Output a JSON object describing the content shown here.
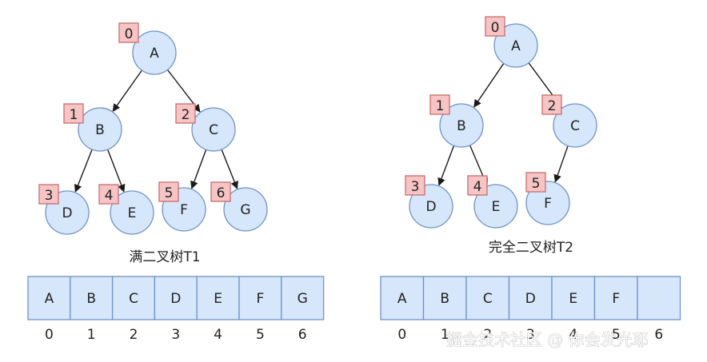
{
  "trees": [
    {
      "caption": "满二叉树T1",
      "nodes": [
        {
          "label": "A",
          "index": "0"
        },
        {
          "label": "B",
          "index": "1"
        },
        {
          "label": "C",
          "index": "2"
        },
        {
          "label": "D",
          "index": "3"
        },
        {
          "label": "E",
          "index": "4"
        },
        {
          "label": "F",
          "index": "5"
        },
        {
          "label": "G",
          "index": "6"
        }
      ],
      "edges": [
        [
          0,
          1
        ],
        [
          0,
          2
        ],
        [
          1,
          3
        ],
        [
          1,
          4
        ],
        [
          2,
          5
        ],
        [
          2,
          6
        ]
      ],
      "array": {
        "cells": [
          "A",
          "B",
          "C",
          "D",
          "E",
          "F",
          "G"
        ],
        "indices": [
          "0",
          "1",
          "2",
          "3",
          "4",
          "5",
          "6"
        ]
      }
    },
    {
      "caption": "完全二叉树T2",
      "nodes": [
        {
          "label": "A",
          "index": "0"
        },
        {
          "label": "B",
          "index": "1"
        },
        {
          "label": "C",
          "index": "2"
        },
        {
          "label": "D",
          "index": "3"
        },
        {
          "label": "E",
          "index": "4"
        },
        {
          "label": "F",
          "index": "5"
        }
      ],
      "edges": [
        [
          0,
          1
        ],
        [
          0,
          2
        ],
        [
          1,
          3
        ],
        [
          1,
          4
        ],
        [
          2,
          5
        ]
      ],
      "array": {
        "cells": [
          "A",
          "B",
          "C",
          "D",
          "E",
          "F",
          ""
        ],
        "indices": [
          "0",
          "1",
          "2",
          "3",
          "4",
          "5",
          "6"
        ]
      }
    }
  ],
  "watermark": "掘金技术社区 @ 你会发光耶"
}
